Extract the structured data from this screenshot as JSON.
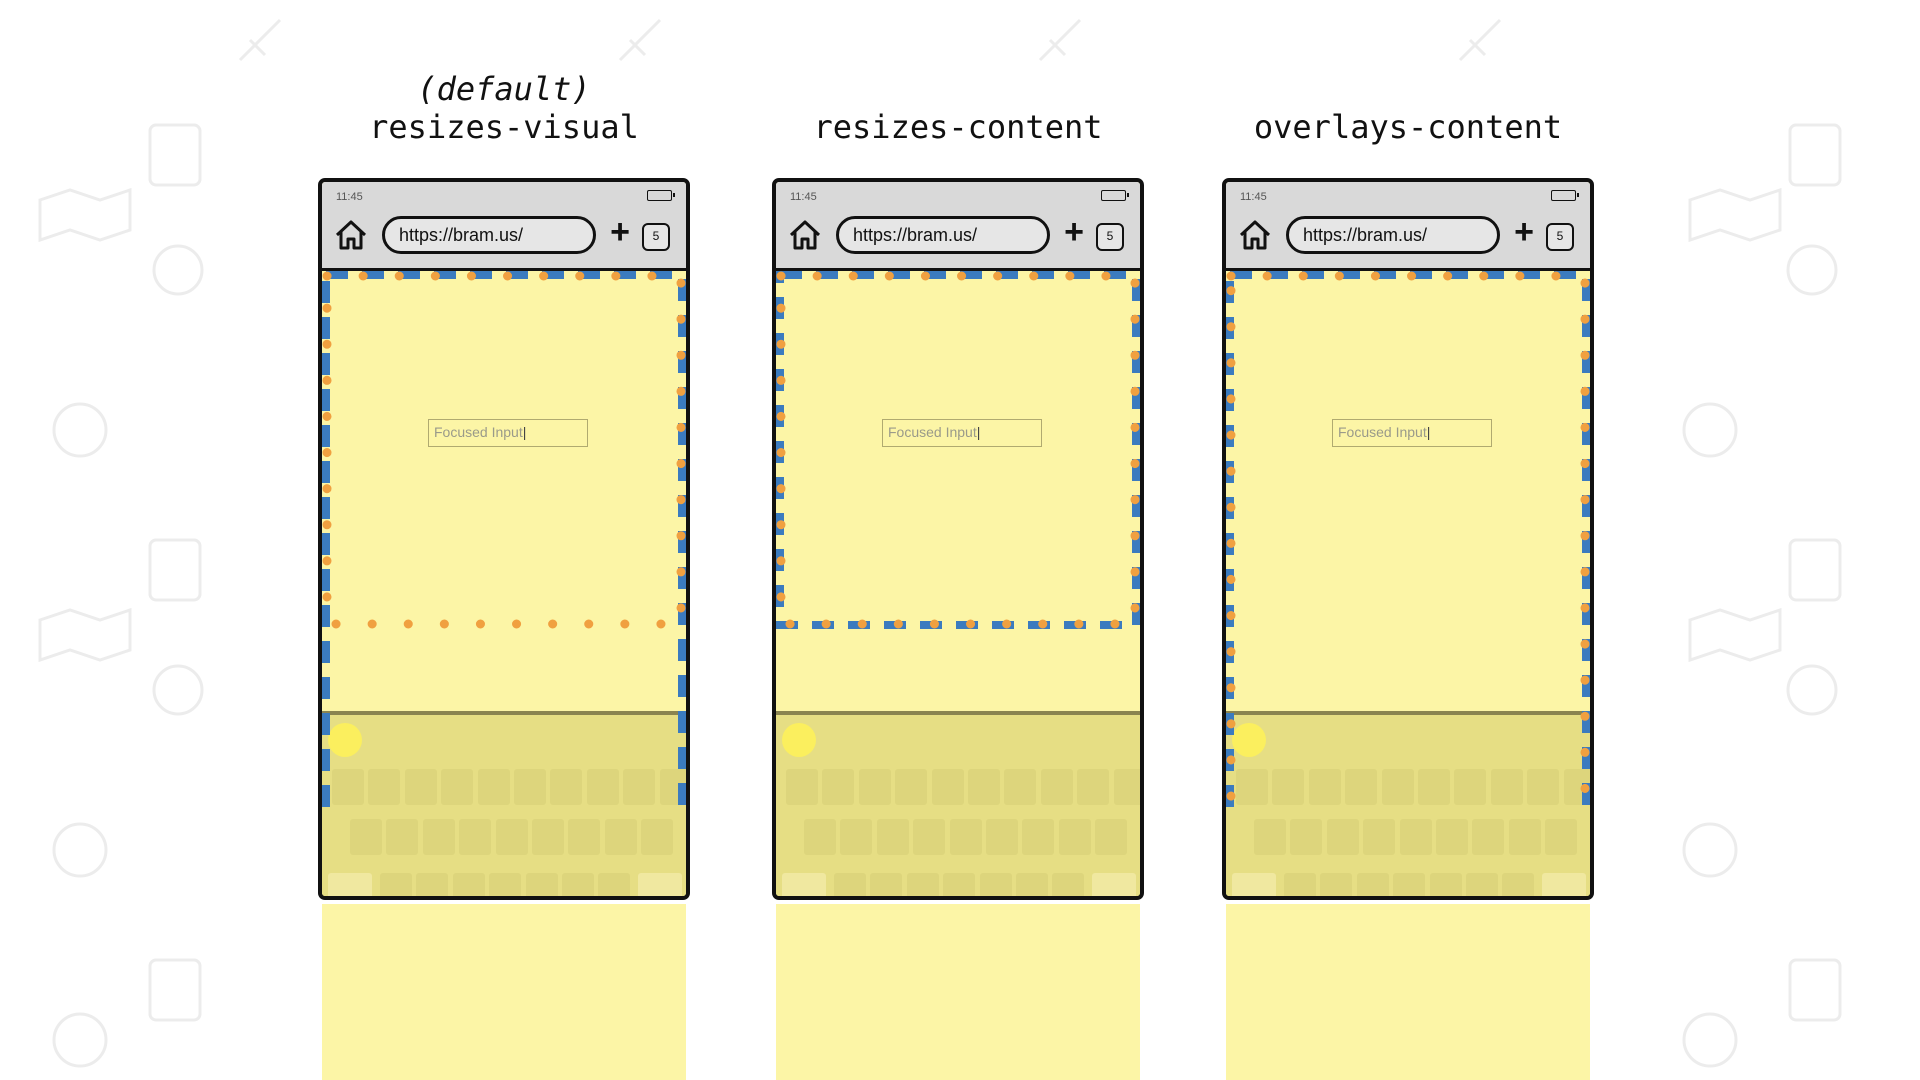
{
  "panels": [
    {
      "subtitle": "(default)",
      "title": "resizes-visual",
      "url": "https://bram.us/",
      "time": "11:45",
      "tab_count": "5",
      "input_placeholder": "Focused Input",
      "layout_viewport": "full-screen",
      "visual_viewport": "above-keyboard"
    },
    {
      "subtitle": "",
      "title": "resizes-content",
      "url": "https://bram.us/",
      "time": "11:45",
      "tab_count": "5",
      "input_placeholder": "Focused Input",
      "layout_viewport": "above-keyboard",
      "visual_viewport": "above-keyboard"
    },
    {
      "subtitle": "",
      "title": "overlays-content",
      "url": "https://bram.us/",
      "time": "11:45",
      "tab_count": "5",
      "input_placeholder": "Focused Input",
      "layout_viewport": "full-screen",
      "visual_viewport": "full-screen"
    }
  ],
  "colors": {
    "layout_viewport_border": "#3b7bbf",
    "visual_viewport_border": "#f0a040",
    "content_background": "#fcf5a6",
    "keyboard_background": "#e6de84",
    "chrome_background": "#d9d9d9"
  },
  "icons": {
    "home": "home-icon",
    "add_tab": "plus-icon",
    "tabs": "tab-count-icon",
    "battery": "battery-icon"
  }
}
